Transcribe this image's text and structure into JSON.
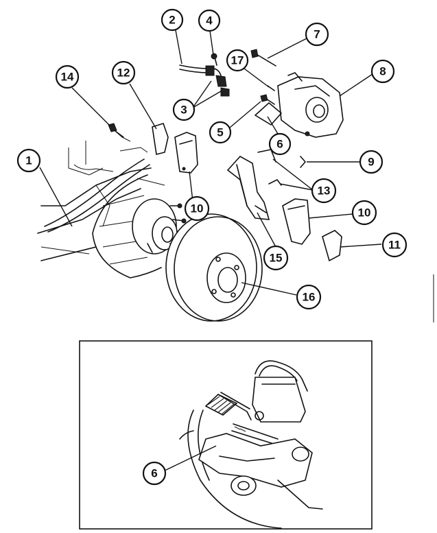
{
  "callouts": [
    {
      "id": "c1",
      "label": "1"
    },
    {
      "id": "c2",
      "label": "2"
    },
    {
      "id": "c3",
      "label": "3"
    },
    {
      "id": "c4",
      "label": "4"
    },
    {
      "id": "c5",
      "label": "5"
    },
    {
      "id": "c6",
      "label": "6"
    },
    {
      "id": "c7",
      "label": "7"
    },
    {
      "id": "c8",
      "label": "8"
    },
    {
      "id": "c9",
      "label": "9"
    },
    {
      "id": "c10a",
      "label": "10"
    },
    {
      "id": "c10b",
      "label": "10"
    },
    {
      "id": "c11",
      "label": "11"
    },
    {
      "id": "c12",
      "label": "12"
    },
    {
      "id": "c13",
      "label": "13"
    },
    {
      "id": "c14",
      "label": "14"
    },
    {
      "id": "c15",
      "label": "15"
    },
    {
      "id": "c16",
      "label": "16"
    },
    {
      "id": "c17",
      "label": "17"
    },
    {
      "id": "c6b",
      "label": "6"
    }
  ]
}
